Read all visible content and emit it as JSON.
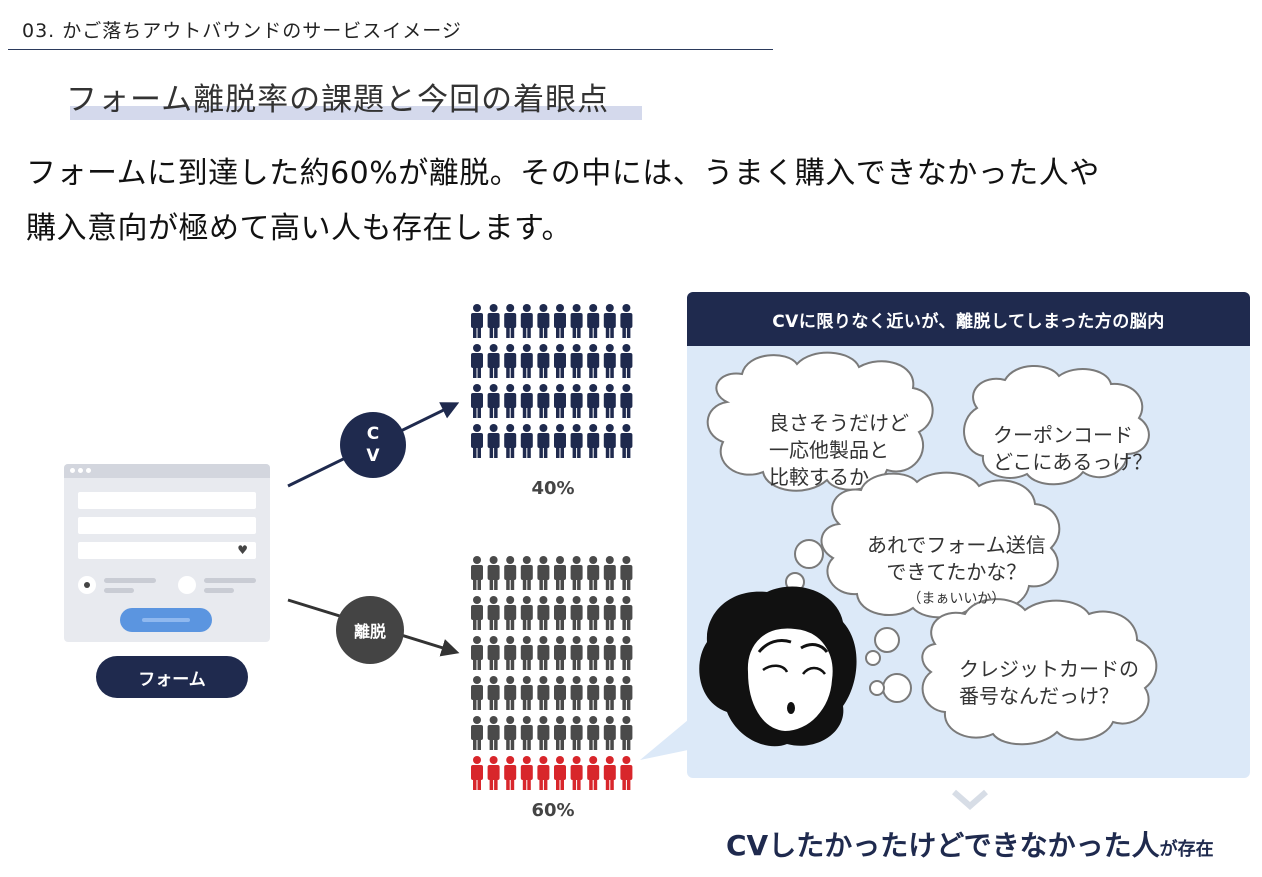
{
  "header": {
    "section": "03.  かご落ちアウトバウンドのサービスイメージ",
    "subtitle": "フォーム離脱率の課題と今回の着眼点"
  },
  "lead": {
    "line1": "フォームに到達した約60%が離脱。その中には、うまく購入できなかった人や",
    "line2": "購入意向が極めて高い人も存在します。"
  },
  "flow": {
    "form_label": "フォーム",
    "cv_label_line1": "C",
    "cv_label_line2": "V",
    "leave_label": "離脱",
    "cv_percent": "40%",
    "leave_percent": "60%"
  },
  "people_grid": {
    "columns": 10,
    "cv_rows": 4,
    "leave_rows": 6,
    "leave_highlight_rows": 1,
    "cv_color": "#1f2a4e",
    "leave_color": "#4a4a4a",
    "highlight_color": "#d8262b"
  },
  "panel": {
    "title": "CVに限りなく近いが、離脱してしまった方の脳内",
    "bubble1_line1": "良さそうだけど",
    "bubble1_line2": "一応他製品と",
    "bubble1_line3": "比較するか",
    "bubble2_line1": "クーポンコード",
    "bubble2_line2": "どこにあるっけ？",
    "bubble3_line1": "あれでフォーム送信",
    "bubble3_line2": "できてたかな？",
    "bubble3_note": "（まぁいいか）",
    "bubble4_line1": "クレジットカードの",
    "bubble4_line2": "番号なんだっけ？"
  },
  "conclusion": {
    "main": "CVしたかったけどできなかった人",
    "suffix": "が存在"
  },
  "colors": {
    "navy": "#1f2a4e",
    "panel_bg": "#dce9f8",
    "accent_blue": "#5b95e0",
    "red": "#d8262b"
  }
}
